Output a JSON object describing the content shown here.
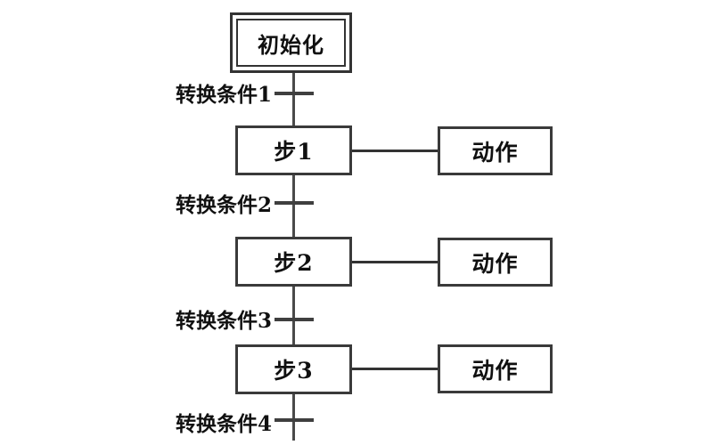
{
  "diagram": {
    "type": "sequential-function-chart",
    "init_step": {
      "label": "初始化"
    },
    "steps": [
      {
        "label": "步1",
        "action": "动作"
      },
      {
        "label": "步2",
        "action": "动作"
      },
      {
        "label": "步3",
        "action": "动作"
      }
    ],
    "transitions": [
      {
        "label": "转换条件1"
      },
      {
        "label": "转换条件2"
      },
      {
        "label": "转换条件3"
      },
      {
        "label": "转换条件4"
      }
    ],
    "colors": {
      "line": "#3f3f3f",
      "border": "#333333",
      "text": "#101010",
      "background": "#ffffff"
    }
  }
}
